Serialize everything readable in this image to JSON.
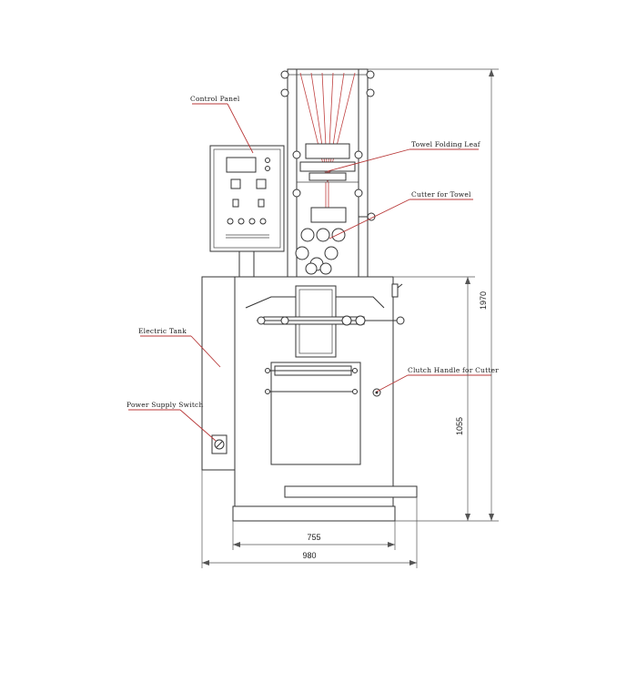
{
  "labels": {
    "control_panel": "Control Panel",
    "towel_folding_leaf": "Towel Folding Leaf",
    "cutter_for_towel": "Cutter for Towel",
    "electric_tank": "Electric Tank",
    "clutch_handle": "Clutch Handle for Cutter",
    "power_supply_switch": "Power Supply Switch"
  },
  "dimensions": {
    "total_height": "1970",
    "table_height": "1055",
    "base_width": "755",
    "overall_width": "980"
  },
  "colors": {
    "leader_line": "#b83838",
    "folding_lines": "#c04040",
    "drawing_line": "#333333"
  }
}
